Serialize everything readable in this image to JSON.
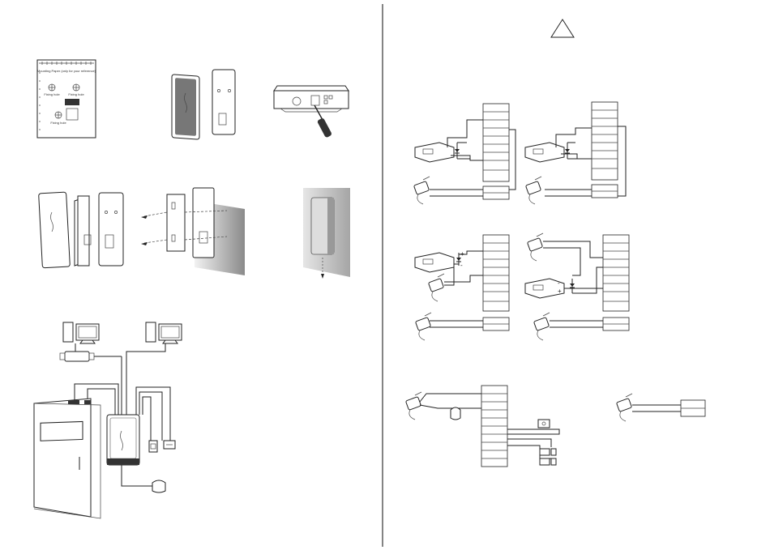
{
  "template": {
    "title": "Mounting Paper (only for your reference)",
    "hole_label_left": "Fixing hole",
    "hole_label_right": "Fixing hole",
    "hole_label_bottom": "Fixing hole"
  },
  "polarity": {
    "plus": "+",
    "minus": "-"
  },
  "colors": {
    "ink": "#222222",
    "divider": "#333333",
    "wall_gradient_start": "#e8e8e8",
    "wall_gradient_end": "#8a8a8a"
  },
  "icons": [
    "warning-triangle-icon",
    "screwdriver-icon",
    "computer-icon",
    "door-lock-icon",
    "power-adapter-icon",
    "exit-button-icon",
    "alarm-siren-icon",
    "doorbell-icon",
    "door-sensor-icon"
  ]
}
